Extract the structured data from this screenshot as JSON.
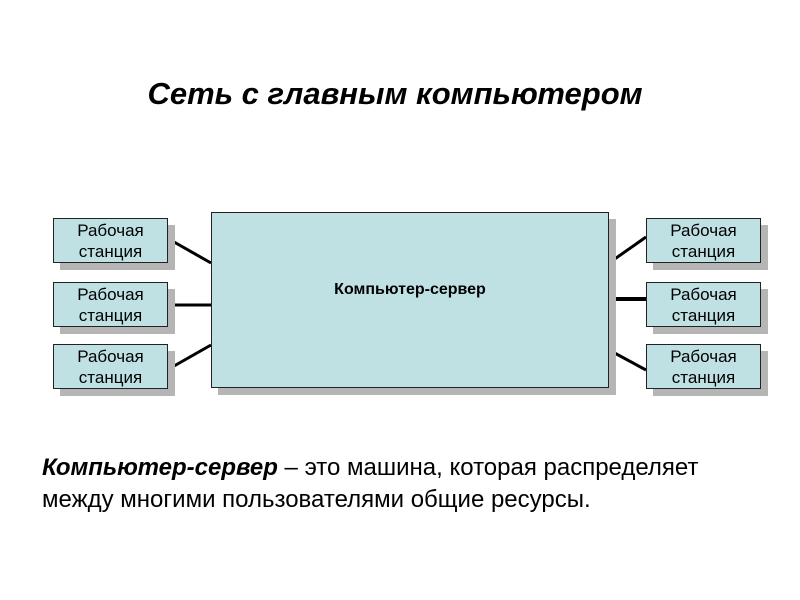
{
  "title": "Сеть с главным компьютером",
  "server_label": "Компьютер-сервер",
  "workstation_line1": "Рабочая",
  "workstation_line2": "станция",
  "description": {
    "term": "Компьютер-сервер",
    "text": " – это машина, которая распределяет между многими пользователями общие ресурсы."
  },
  "colors": {
    "box_fill": "#bfe1e4",
    "shadow": "#b5b5b5"
  }
}
